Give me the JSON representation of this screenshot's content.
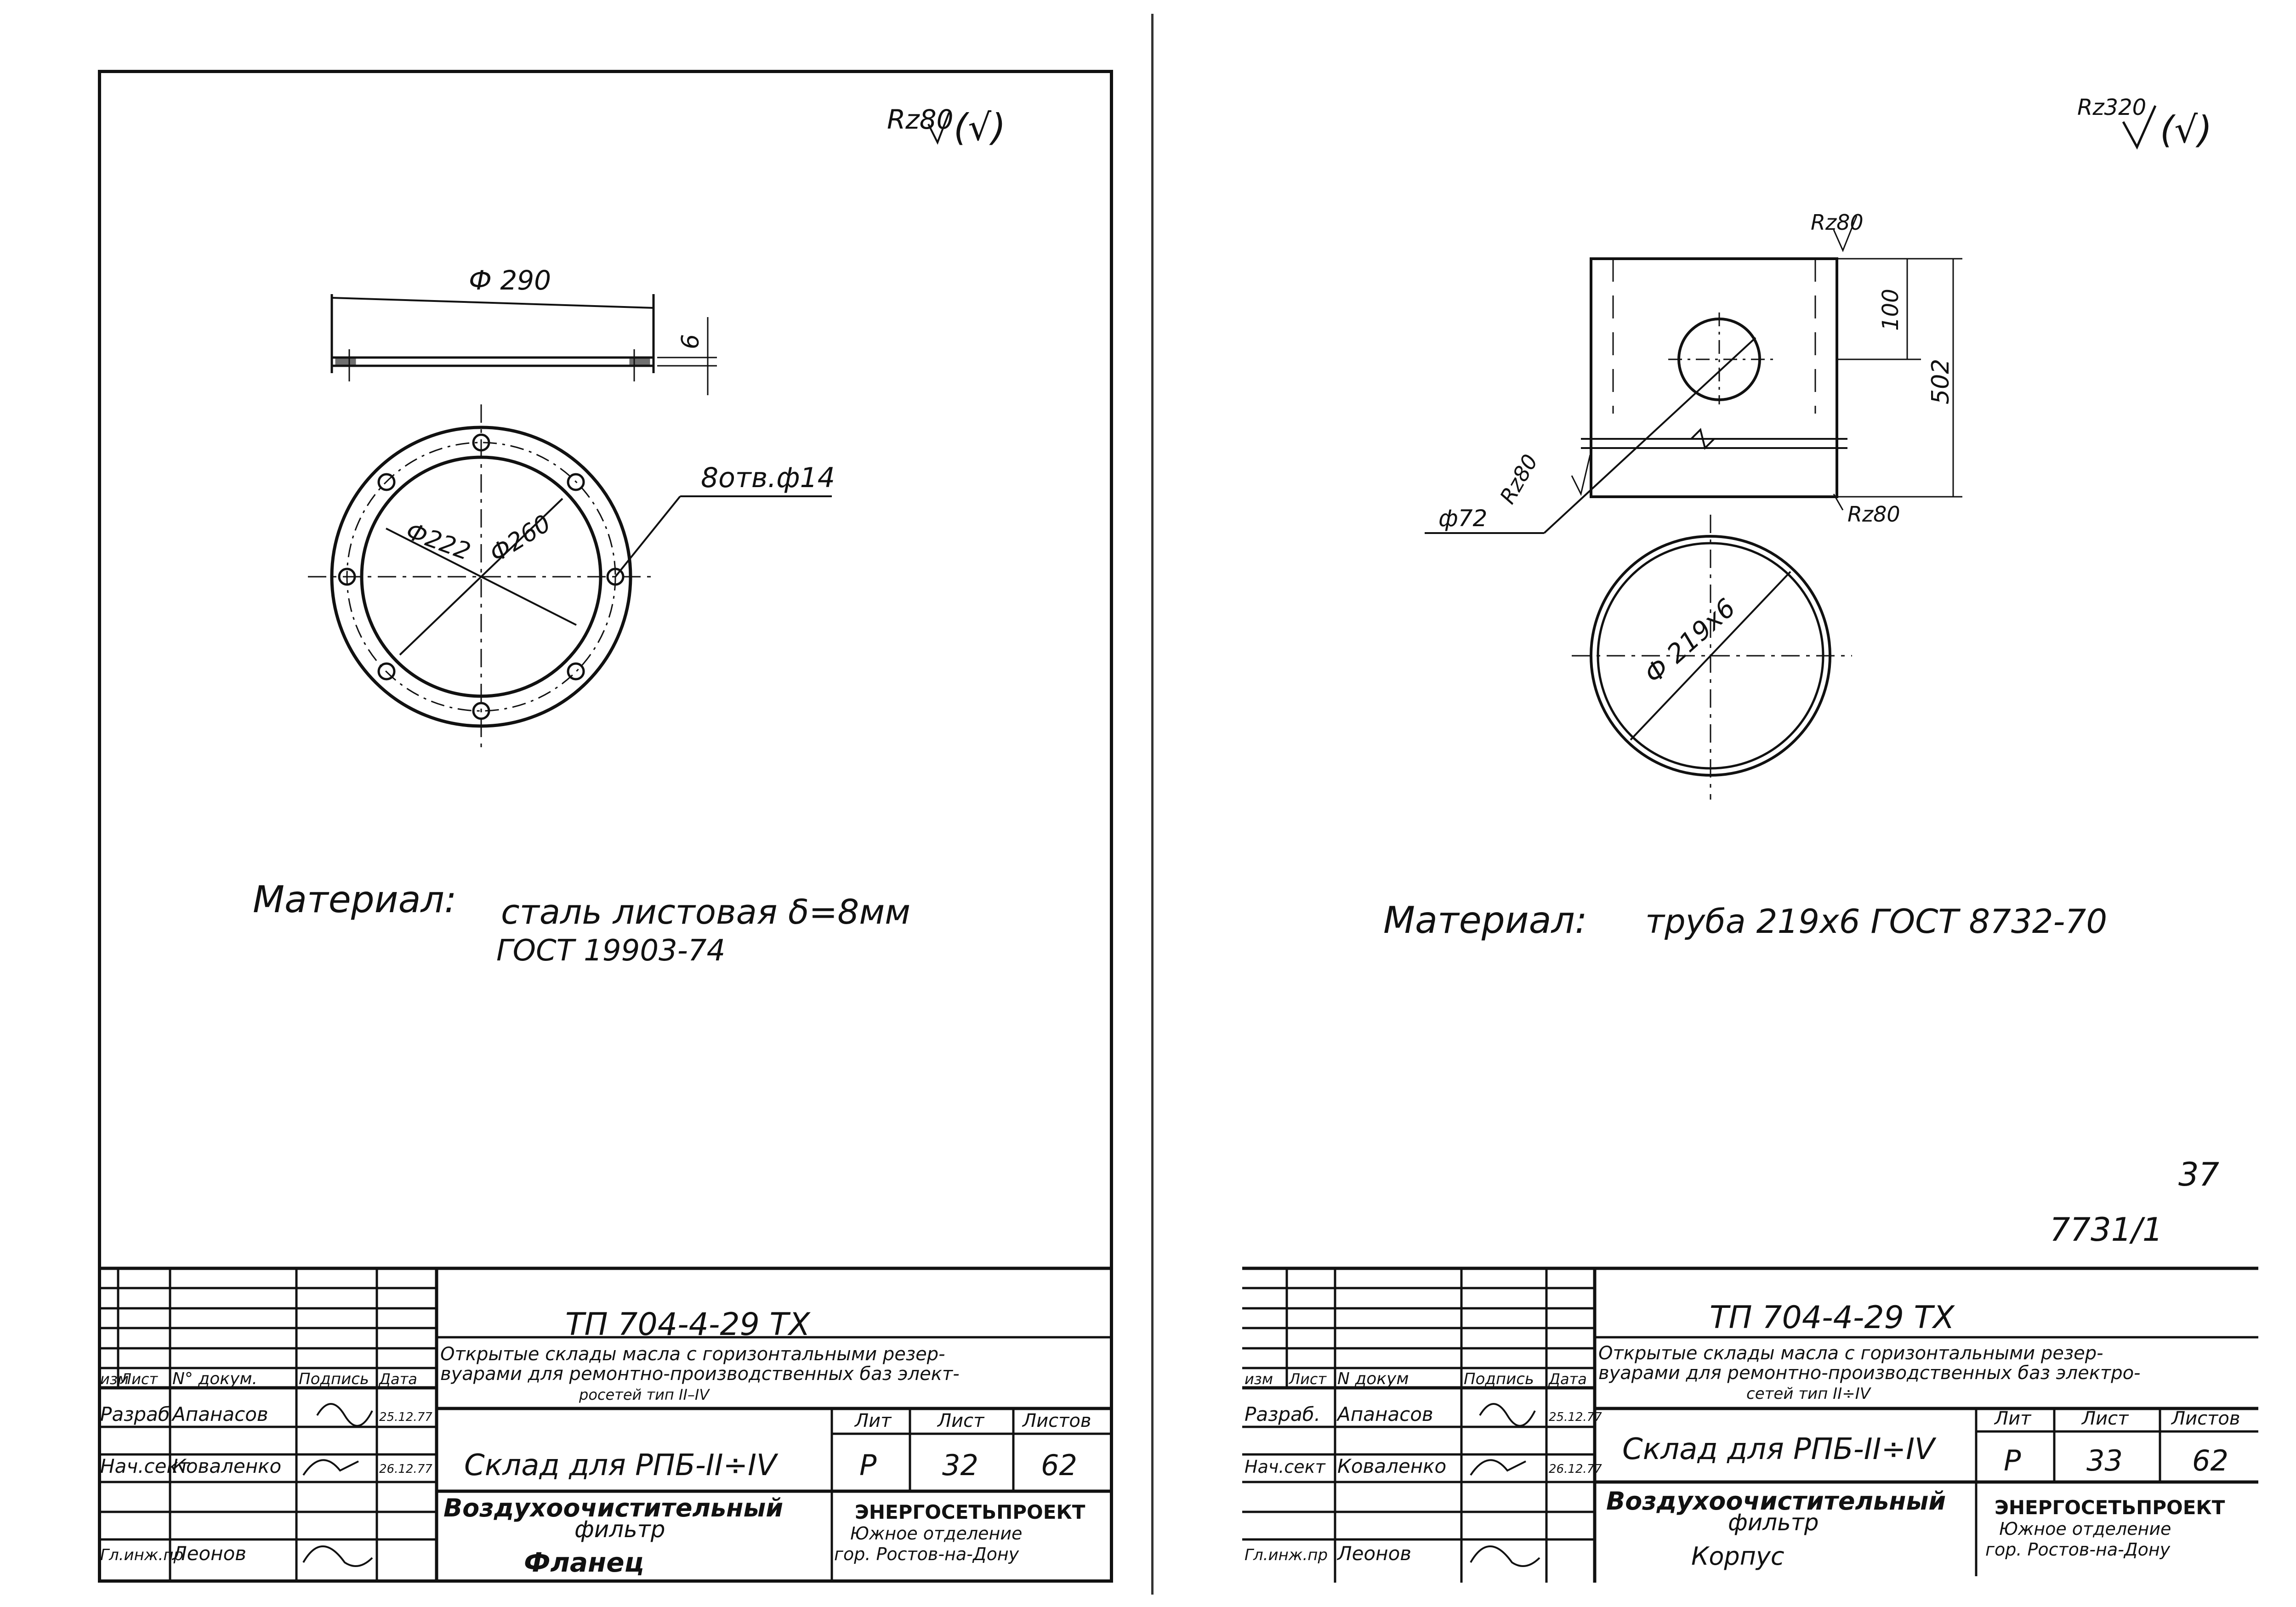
{
  "sheets": [
    {
      "roughness_main": "Rz80",
      "roughness_check": "(√)",
      "dims": {
        "outer_dia": "Ф 290",
        "thickness": "6",
        "holes": "8отв.ф14",
        "inner_dia": "Ф222",
        "bolt_circle": "Ф260"
      },
      "material_label": "Материал:",
      "material_line1": "сталь листовая δ=8мм",
      "material_line2": "ГОСТ 19903-74",
      "title_block": {
        "doc_code": "ТП 704-4-29   ТХ",
        "project_title": "Открытые склады масла с горизонтальными резервуарами для ремонтно-производственных баз электросетей тип II–IV",
        "project_line1": "Открытые склады масла с горизонтальными резер-",
        "project_line2": "вуарами для ремонтно-производственных баз элект-",
        "project_line3": "росетей тип II–IV",
        "hdr_izm": "изм",
        "hdr_list": "Лист",
        "hdr_doc": "N° докум.",
        "hdr_sign": "Подпись",
        "hdr_date": "Дата",
        "role1": "Разраб",
        "name1": "Апанасов",
        "date1": "25.12.77",
        "role2": "Нач.сект",
        "name2": "Коваленко",
        "date2": "26.12.77",
        "role3": "Гл.инж.пр",
        "name3": "Леонов",
        "object": "Склад для РПБ-II÷IV",
        "lit_hdr": "Лит",
        "sheet_hdr": "Лист",
        "sheets_hdr": "Листов",
        "lit": "Р",
        "sheet_no": "32",
        "sheets_total": "62",
        "product_line1": "Воздухоочистительный",
        "product_line2": "фильтр",
        "part": "Фланец",
        "org": "ЭНЕРГОСЕТЬПРОЕКТ",
        "dept": "Южное отделение",
        "city": "гор. Ростов-на-Дону"
      }
    },
    {
      "roughness_main": "Rz320",
      "roughness_check": "(√)",
      "dims": {
        "rz_top": "Rz80",
        "hole_offset": "100",
        "length": "502",
        "hole_dia": "ф72",
        "rz_left": "Rz80",
        "rz_bottom": "Rz80",
        "pipe_dia": "Ф 219х6"
      },
      "material_label": "Материал:",
      "material_line1": "труба 219х6 ГОСТ 8732-70",
      "page_num": "37",
      "inv_num": "7731/1",
      "title_block": {
        "doc_code": "ТП 704-4-29   ТХ",
        "project_line1": "Открытые склады масла с горизонтальными резер-",
        "project_line2": "вуарами для ремонтно-производственных баз электро-",
        "project_line3": "сетей тип II÷IV",
        "hdr_izm": "изм",
        "hdr_list": "Лист",
        "hdr_doc": "N докум",
        "hdr_sign": "Подпись",
        "hdr_date": "Дата",
        "role1": "Разраб.",
        "name1": "Апанасов",
        "date1": "25.12.77",
        "role2": "Нач.сект",
        "name2": "Коваленко",
        "date2": "26.12.77",
        "role3": "Гл.инж.пр",
        "name3": "Леонов",
        "object": "Склад для РПБ-II÷IV",
        "lit_hdr": "Лит",
        "sheet_hdr": "Лист",
        "sheets_hdr": "Листов",
        "lit": "Р",
        "sheet_no": "33",
        "sheets_total": "62",
        "product_line1": "Воздухоочистительный",
        "product_line2": "фильтр",
        "part": "Корпус",
        "org": "ЭНЕРГОСЕТЬПРОЕКТ",
        "dept": "Южное отделение",
        "city": "гор. Ростов-на-Дону"
      }
    }
  ]
}
